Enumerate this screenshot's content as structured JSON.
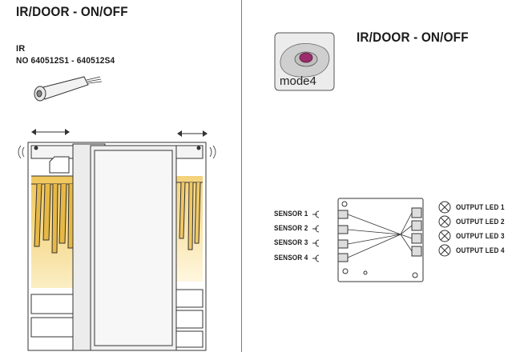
{
  "title_left": "IR/DOOR - ON/OFF",
  "title_right": "IR/DOOR - ON/OFF",
  "ir_label": "IR",
  "ir_code": "NO 640512S1 - 640512S4",
  "mode_label": "mode4",
  "sensors": [
    "SENSOR 1",
    "SENSOR 2",
    "SENSOR 3",
    "SENSOR 4"
  ],
  "outputs": [
    "OUTPUT LED 1",
    "OUTPUT LED 2",
    "OUTPUT LED 3",
    "OUTPUT LED 4"
  ],
  "colors": {
    "led_glow": "#f3d27a",
    "button_magenta": "#9b2b6a",
    "line": "#333333"
  },
  "icons": [
    "ir-sensor-icon",
    "sliding-arrow-icon",
    "wardrobe-icon",
    "mode-button-icon",
    "sensor-plug-icon",
    "led-output-icon",
    "controller-board-icon"
  ]
}
